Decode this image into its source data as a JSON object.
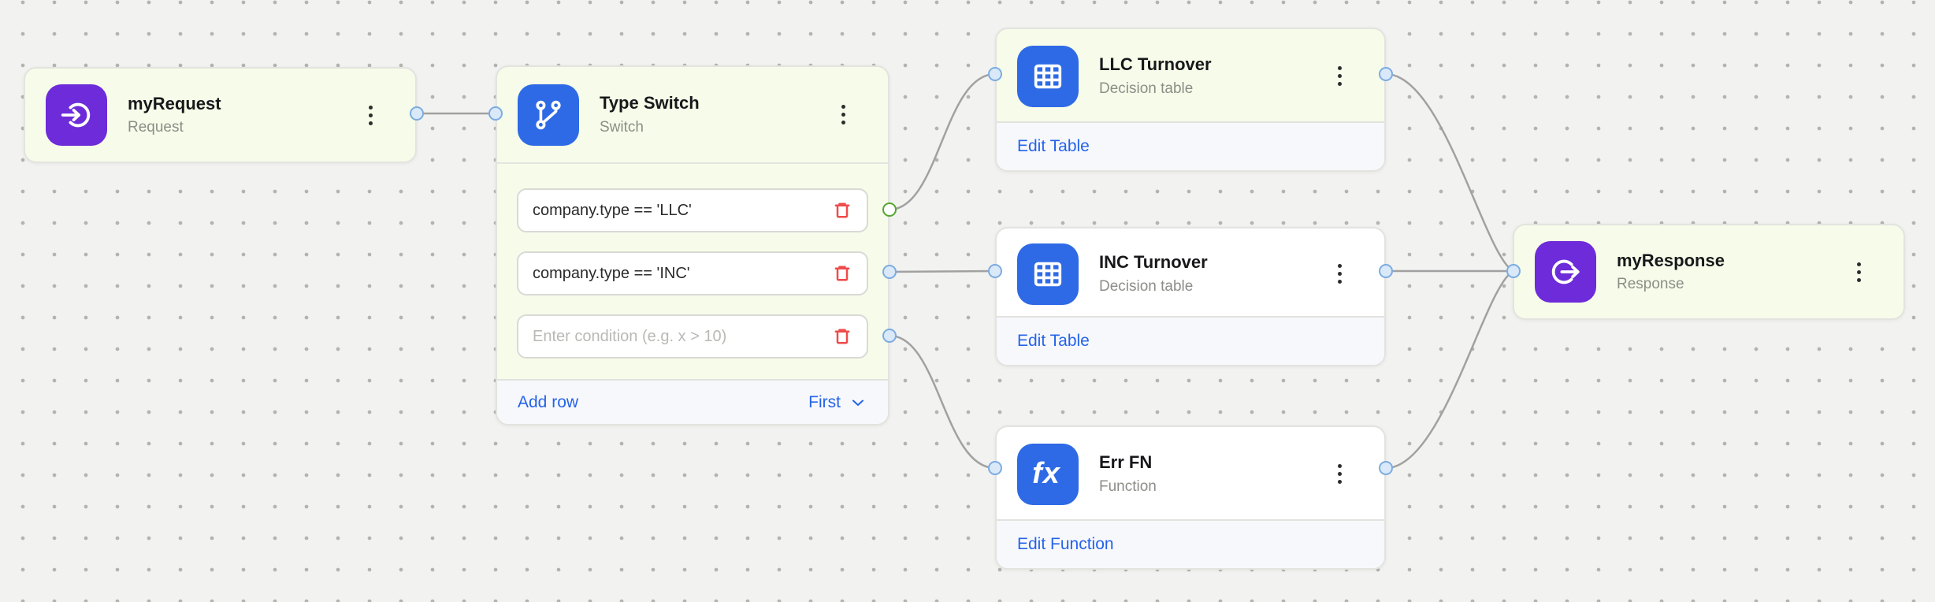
{
  "canvas": {
    "background": "#f2f2f0",
    "dot_color": "#b3b3af",
    "edge_color": "#a1a1a1"
  },
  "colors": {
    "node_highlight_bg": "#f6fce9",
    "node_white_bg": "#ffffff",
    "footer_bg": "#f7f8fc",
    "icon_blue": "#2e6ae5",
    "icon_purple": "#6d2bd9",
    "link_blue": "#2563e8",
    "danger_red": "#ef4b4b",
    "port_blue_fill": "#d9e9fa",
    "port_blue_stroke": "#7dacdf",
    "port_green_stroke": "#56a52f"
  },
  "nodes": {
    "my_request": {
      "title": "myRequest",
      "subtitle": "Request",
      "icon": "login-icon"
    },
    "type_switch": {
      "title": "Type Switch",
      "subtitle": "Switch",
      "icon": "branch-icon",
      "rows": [
        {
          "value": "company.type == 'LLC'"
        },
        {
          "value": "company.type == 'INC'"
        },
        {
          "value": "",
          "placeholder": "Enter condition (e.g. x > 10)"
        }
      ],
      "add_row_label": "Add row",
      "hit_policy": "First"
    },
    "llc_turnover": {
      "title": "LLC Turnover",
      "subtitle": "Decision table",
      "icon": "table-icon",
      "action_label": "Edit Table"
    },
    "inc_turnover": {
      "title": "INC Turnover",
      "subtitle": "Decision table",
      "icon": "table-icon",
      "action_label": "Edit Table"
    },
    "err_fn": {
      "title": "Err FN",
      "subtitle": "Function",
      "icon": "function-icon",
      "icon_glyph": "fx",
      "action_label": "Edit Function"
    },
    "my_response": {
      "title": "myResponse",
      "subtitle": "Response",
      "icon": "logout-icon"
    }
  }
}
